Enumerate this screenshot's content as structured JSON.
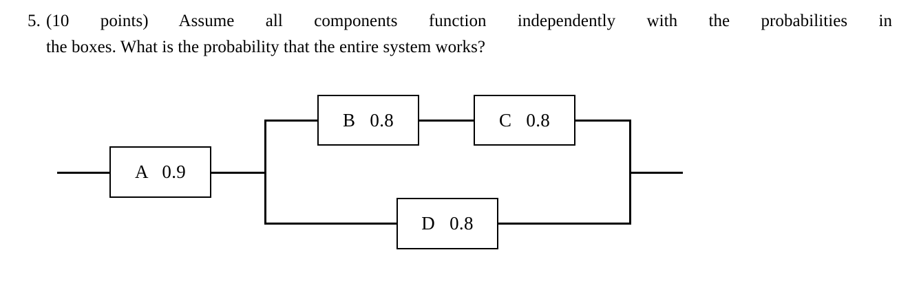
{
  "question": {
    "number": "5.",
    "line1": "(10 points) Assume all components function independently with the probabilities in",
    "line2": "the boxes. What is the probability that the entire system works?"
  },
  "diagram": {
    "type": "reliability-block-diagram",
    "line_color": "#000000",
    "background": "#ffffff",
    "components": [
      {
        "id": "A",
        "name": "A",
        "probability": "0.9",
        "label": "A   0.9",
        "position": "series-input"
      },
      {
        "id": "B",
        "name": "B",
        "probability": "0.8",
        "label": "B   0.8",
        "position": "top-branch-left"
      },
      {
        "id": "C",
        "name": "C",
        "probability": "0.8",
        "label": "C   0.8",
        "position": "top-branch-right"
      },
      {
        "id": "D",
        "name": "D",
        "probability": "0.8",
        "label": "D   0.8",
        "position": "bottom-branch"
      }
    ],
    "structure": "A in series with [ (B series C) parallel D ]"
  }
}
